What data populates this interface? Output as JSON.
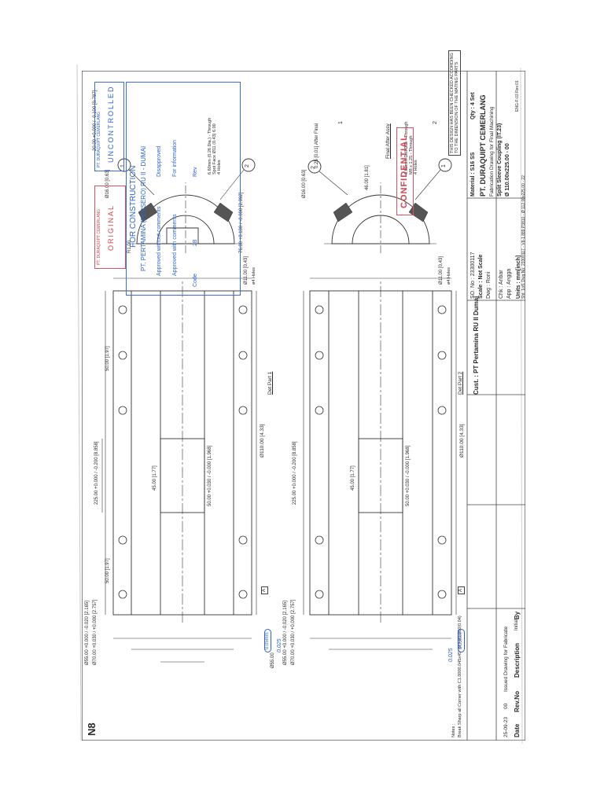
{
  "sheet": {
    "corner_mark": "N8",
    "notes_heading": "Notes :",
    "notes": [
      "Break Sharp all Corner with C1.0000.045x45° or FR1.000(0.04)"
    ]
  },
  "title_block": {
    "company": "PT. DURAQUIPT CEMERLANG",
    "description_lines": [
      "Fabrication Drawing for Final Machining",
      "Split Sleeve Coupling (IT.23)",
      "Ø 110.00x225.00 - 00"
    ],
    "customer": "Cust. : PT Pertamina RU II Dumai",
    "so_no": "SO. No : 23300117",
    "scale": "Scale : Not Scale",
    "material": "Material : S16 SS",
    "qty": "Qty : 4 Set",
    "drawn": "Dwg : Roni",
    "checked": "Chk : Anbar",
    "approved": "App : Angga",
    "units": "Units : mm[inch]",
    "sheet_info": "Sht: 1of1 Dwg No: 23300117 - V8-1 889 P3810 - Ø 112.00x225.00 - 22",
    "doc_code": "ENG-F-03 Rev.01",
    "check_note": [
      "THIS DESIGN HAS BEEN CHECKED ACCORDING",
      "TO THE DIMENSION OF THE MATING PARTS"
    ]
  },
  "revision_block": {
    "headers": [
      "Date",
      "Rev.No",
      "Description",
      "Initial",
      "By"
    ],
    "row": {
      "date": "25-09-23",
      "rev": "00",
      "description": "Issued Drawing for Fabricate"
    }
  },
  "stamps": {
    "original": {
      "company": "PT. DURAQUIPT CEMERLANG",
      "label": "ORIGINAL"
    },
    "uncontrolled": {
      "company": "PT. DURAQUIPT CEMERLANG",
      "label": "UNCONTROLLED"
    },
    "construction": {
      "title": "FOR CONSTRUCTION",
      "company": "PT. PERTAMINA (PERSERO) RU II - DUMAI",
      "options": [
        "Approved without comments",
        "Approved with comments",
        "Disapproved",
        "For information"
      ],
      "code_label": "Code",
      "code": "2B",
      "rev_label": "Rev"
    },
    "confidential": "CONFIDENTIAL"
  },
  "views": {
    "front_part1": {
      "label": "Det Part 1",
      "overall_length": "225.00",
      "overall_length_tol": "+0.000 / -0.200",
      "overall_length_inch": "[8.858]",
      "diameter": "Ø110.00",
      "diameter_inch": "[4.33]",
      "bore_main": "Ø70.00",
      "bore_main_tol": "+0.030 / +0.000",
      "bore_main_inch": "[2.757]",
      "bore_small": "Ø55.00",
      "bore_small_tol": "+0.000 / -0.020",
      "bore_small_inch": "[2.165]",
      "end_dim": "Ø55.00",
      "gap": "50.00",
      "gap_inch": "[1.97]",
      "center_dim": "45.00",
      "center_dim_inch": "[1.77]",
      "center_hole": "50.00",
      "center_hole_tol": "+0.030 / -0.000",
      "center_hole_inch": "[1.968]",
      "gap_right": "50.00",
      "gap_right_inch": "[1.97]",
      "datum": "A",
      "runout": "0.05mm",
      "runout_hand": "0.025"
    },
    "front_part2": {
      "label": "Det Part 2",
      "overall_length": "225.00",
      "overall_length_tol": "+0.000 / -0.200",
      "overall_length_inch": "[8.858]",
      "diameter": "Ø110.00",
      "diameter_inch": "[4.33]",
      "bore_main": "Ø70.00",
      "bore_main_tol": "+0.030 / +0.000",
      "bore_main_inch": "[2.757]",
      "bore_small": "Ø55.00",
      "bore_small_tol": "+0.000 / -0.020",
      "bore_small_inch": "[2.165]",
      "center_dim": "45.00",
      "center_dim_inch": "[1.77]",
      "center_hole": "50.00",
      "center_hole_tol": "+0.030 / -0.000",
      "center_hole_inch": "[1.968]",
      "datum": "A",
      "runout": "0.05mm",
      "runout_hand": "0.025"
    },
    "side_part1": {
      "hole_note": [
        "6.60mm (0.26 Dia.) - Through",
        "Spot Face Ø11 (0.43) 6.00",
        "4 Holes"
      ],
      "dim_left": "Ø11.00",
      "dim_left_inch": "[0.43]",
      "right_dim": "Ø16.00",
      "right_dim_inch": "[0.63]",
      "key_width": "20.00",
      "key_width_tol": "+0.000 / -0.100",
      "key_width_inch": "[0.787]",
      "key_depth": "76.00",
      "key_depth_tol": "+0.100 / -0.000",
      "key_depth_inch": "[2.992]",
      "r_dim": "R1.00",
      "balloon_a": "1",
      "balloon_b": "2",
      "holes_note": "ø4 Holes"
    },
    "side_part2": {
      "hole_note": [
        "6.60mm Drill Dia. - Through",
        "M8 x 1.25 - Through",
        "4 Holes"
      ],
      "dim_left": "Ø11.00",
      "dim_left_inch": "[0.43]",
      "right_dim": "Ø16.00",
      "right_dim_inch": "[0.63]",
      "height": "46.00",
      "height_inch": "[1.81]",
      "balloon_a": "2",
      "balloon_b": "1",
      "holes_note": "ø4 Holes"
    },
    "assembly": {
      "label": "Final After Assy",
      "gap_note": "0.25",
      "gap_inch": "[0.01]",
      "gap_label": "After Final",
      "balloon_a": "1",
      "balloon_b": "2"
    }
  }
}
